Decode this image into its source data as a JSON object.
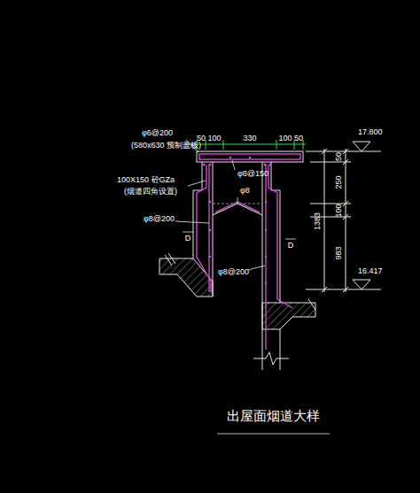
{
  "diagram": {
    "title": "出屋面烟道大样",
    "labels": [
      "φ6@200",
      "(580x630 预制盖板)",
      "50",
      "100",
      "330",
      "100",
      "50",
      "17.800",
      "φ8@150",
      "50",
      "100X150 砼GZa",
      "(烟道四角设置)",
      "250",
      "φ8",
      "100",
      "φ8@200",
      "D",
      "D",
      "1383",
      "983",
      "φ8@200",
      "16.417"
    ]
  }
}
